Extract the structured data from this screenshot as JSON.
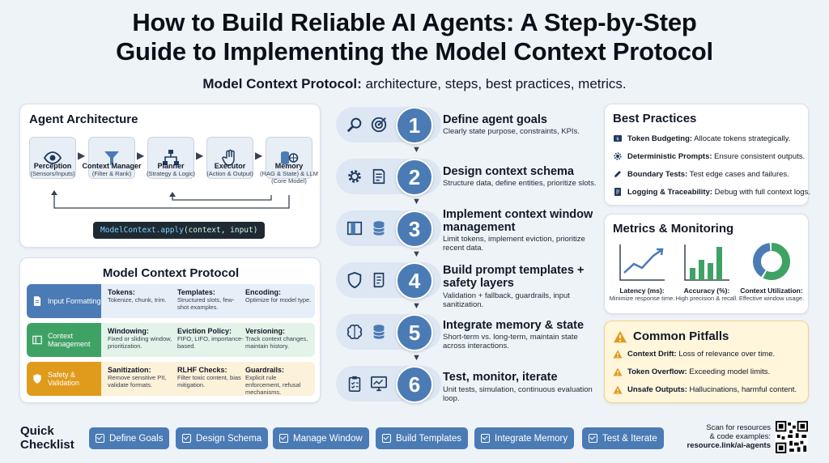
{
  "header": {
    "title_line1": "How to Build Reliable AI Agents: A Step-by-Step",
    "title_line2": "Guide to Implementing the Model Context Protocol",
    "subtitle_bold": "Model Context Protocol:",
    "subtitle_rest": " architecture, steps, best practices, metrics."
  },
  "architecture": {
    "title": "Agent Architecture",
    "nodes": [
      {
        "name": "Perception",
        "sub": "(Sensors/Inputs)",
        "icon": "eye-icon"
      },
      {
        "name": "Context Manager",
        "sub": "(Filter & Rank)",
        "icon": "funnel-icon"
      },
      {
        "name": "Planner",
        "sub": "(Strategy & Logic)",
        "icon": "hierarchy-icon"
      },
      {
        "name": "Executor",
        "sub": "(Action & Output)",
        "icon": "hand-icon"
      },
      {
        "name": "Memory",
        "sub": "(RAG & State) & LLM (Core Model)",
        "icon": "database-brain-icon"
      }
    ],
    "code_fn": "ModelContext.apply",
    "code_args": "(context, input)"
  },
  "protocol": {
    "title": "Model Context Protocol",
    "rows": [
      {
        "tag": "Input Formatting",
        "color": "#4b7bb5",
        "bg": "#e6eef8",
        "cells": [
          {
            "name": "Tokens:",
            "desc": "Tokenize, chunk, trim."
          },
          {
            "name": "Templates:",
            "desc": "Structured slots, few-shot examples."
          },
          {
            "name": "Encoding:",
            "desc": "Optimize for model type."
          }
        ]
      },
      {
        "tag": "Context Management",
        "color": "#3fa265",
        "bg": "#e4f3e9",
        "cells": [
          {
            "name": "Windowing:",
            "desc": "Fixed or sliding window, prioritization."
          },
          {
            "name": "Eviction Policy:",
            "desc": "FIFO, LIFO, importance-based."
          },
          {
            "name": "Versioning:",
            "desc": "Track context changes, maintain history."
          }
        ]
      },
      {
        "tag": "Safety & Validation",
        "color": "#e09b1d",
        "bg": "#fcf1d9",
        "cells": [
          {
            "name": "Sanitization:",
            "desc": "Remove sensitive PII, validate formats."
          },
          {
            "name": "RLHF Checks:",
            "desc": "Filter toxic content, bias mitigation."
          },
          {
            "name": "Guardrails:",
            "desc": "Explicit rule enforcement, refusal mechanisms."
          }
        ]
      }
    ]
  },
  "steps": [
    {
      "num": "1",
      "title": "Define agent goals",
      "desc": "Clearly state purpose, constraints, KPIs.",
      "icons": [
        "magnifier-icon",
        "target-icon"
      ]
    },
    {
      "num": "2",
      "title": "Design context schema",
      "desc": "Structure data, define entities, prioritize slots.",
      "icons": [
        "gear-icon",
        "document-icon"
      ]
    },
    {
      "num": "3",
      "title": "Implement context window management",
      "desc": "Limit tokens, implement eviction, prioritize recent data.",
      "icons": [
        "window-icon",
        "database-icon"
      ]
    },
    {
      "num": "4",
      "title": "Build prompt templates + safety layers",
      "desc": "Validation + fallback, guardrails, input sanitization.",
      "icons": [
        "shield-icon",
        "scroll-icon"
      ]
    },
    {
      "num": "5",
      "title": "Integrate memory & state",
      "desc": "Short-term vs. long-term, maintain state across interactions.",
      "icons": [
        "brain-icon",
        "database-icon"
      ]
    },
    {
      "num": "6",
      "title": "Test, monitor, iterate",
      "desc": "Unit tests, simulation, continuous evaluation loop.",
      "icons": [
        "clipboard-icon",
        "chart-monitor-icon"
      ]
    }
  ],
  "best_practices": {
    "title": "Best Practices",
    "items": [
      {
        "name": "Token Budgeting:",
        "desc": " Allocate tokens strategically.",
        "icon": "coin-icon"
      },
      {
        "name": "Deterministic Prompts:",
        "desc": " Ensure consistent outputs.",
        "icon": "gear-icon"
      },
      {
        "name": "Boundary Tests:",
        "desc": " Test edge cases and failures.",
        "icon": "edit-icon"
      },
      {
        "name": "Logging & Traceability:",
        "desc": " Debug with full context logs.",
        "icon": "log-icon"
      }
    ]
  },
  "metrics": {
    "title": "Metrics & Monitoring",
    "items": [
      {
        "name": "Latency (ms):",
        "desc": "Minimize response time."
      },
      {
        "name": "Accuracy (%):",
        "desc": "High precision & recall."
      },
      {
        "name": "Context Utilization:",
        "desc": "Effective window usage."
      }
    ],
    "accent": "#3fa265"
  },
  "pitfalls": {
    "title": "Common Pitfalls",
    "items": [
      {
        "name": "Context Drift:",
        "desc": " Loss of relevance over time."
      },
      {
        "name": "Token Overflow:",
        "desc": " Exceeding model limits."
      },
      {
        "name": "Unsafe Outputs:",
        "desc": " Hallucinations, harmful content."
      }
    ],
    "accent": "#e09b1d"
  },
  "checklist": {
    "label_line1": "Quick",
    "label_line2": "Checklist",
    "items": [
      "Define Goals",
      "Design Schema",
      "Manage Window",
      "Build Templates",
      "Integrate Memory",
      "Test & Iterate"
    ]
  },
  "scan": {
    "line1": "Scan for resources",
    "line2": "& code examples:",
    "link": "resource.link/ai-agents"
  },
  "colors": {
    "primary": "#4b7bb5",
    "green": "#3fa265",
    "amber": "#e09b1d"
  }
}
